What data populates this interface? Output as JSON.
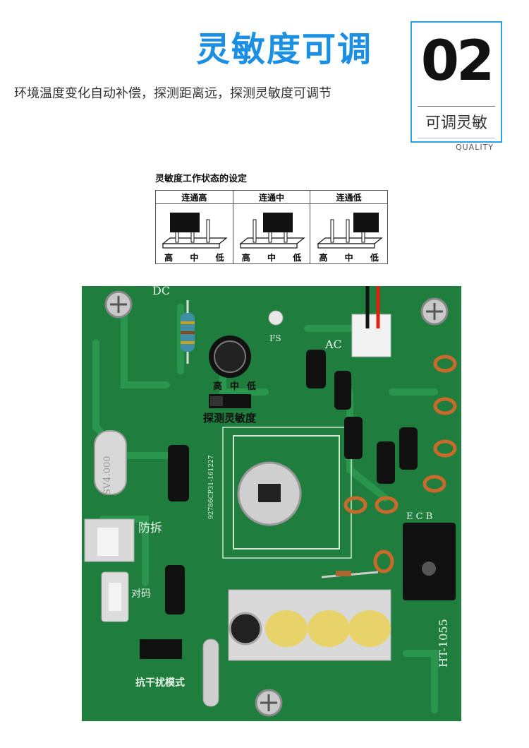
{
  "header": {
    "title": "灵敏度可调",
    "subtitle": "环境温度变化自动补偿，探测距离远，探测灵敏度可调节"
  },
  "badge": {
    "number": "02",
    "label": "可调灵敏",
    "quality": "QUALITY"
  },
  "setting": {
    "heading": "灵敏度工作状态的设定",
    "columns": [
      {
        "title": "连通高",
        "bottom": [
          "高",
          "中",
          "低"
        ]
      },
      {
        "title": "连通中",
        "bottom": [
          "高",
          "中",
          "低"
        ]
      },
      {
        "title": "连通低",
        "bottom": [
          "高",
          "中",
          "低"
        ]
      }
    ]
  },
  "pcb": {
    "label_dc": "DC",
    "label_fs": "FS",
    "label_ac": "AC",
    "jumper_labels": [
      "高",
      "中",
      "低"
    ],
    "sensitivity": "探测灵敏度",
    "crystal": "SV4.000",
    "tamper": "防拆",
    "code": "对码",
    "antiinterference": "抗干扰模式",
    "ecb": "E C B",
    "model": "HT-1055",
    "serial": "92786CP31-161227"
  },
  "colors": {
    "accent": "#1a8fe3",
    "badge_border": "#2aa3e6",
    "pcb_green": "#1f7d3e"
  }
}
